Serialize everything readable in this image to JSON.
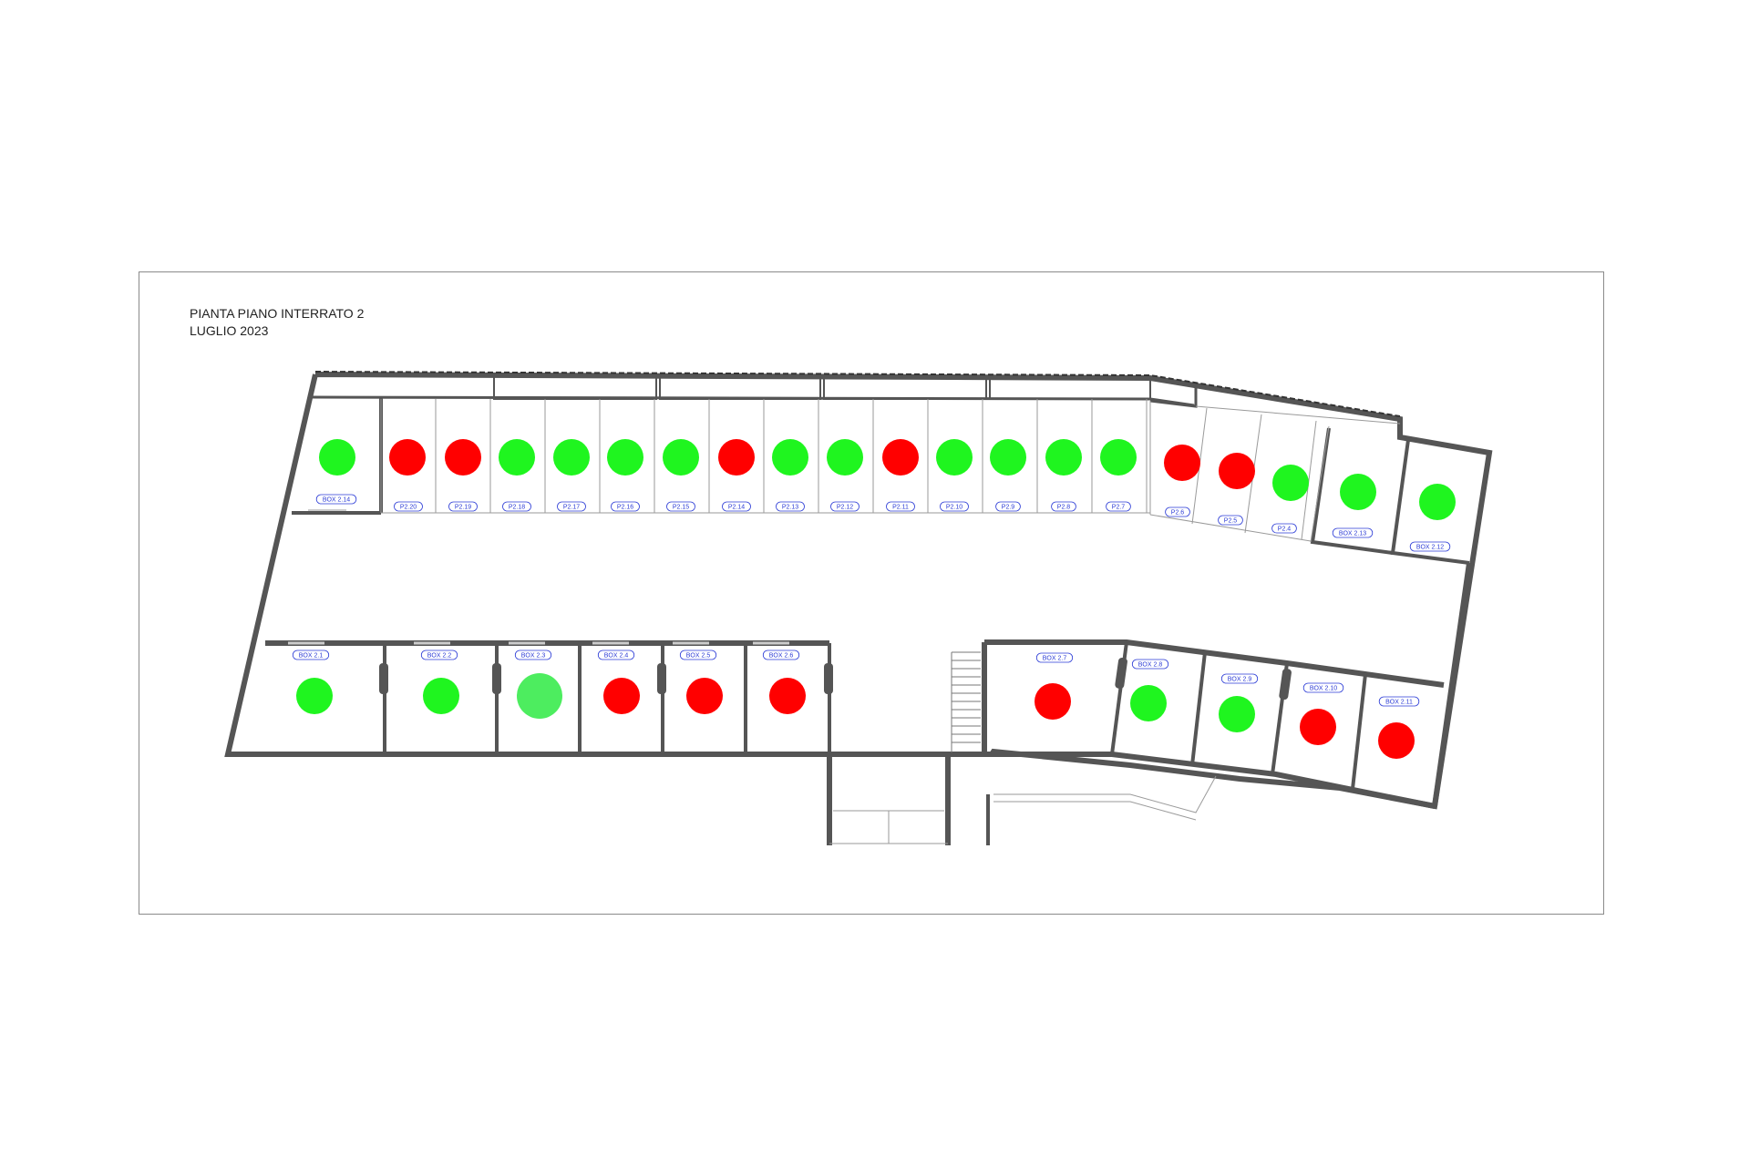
{
  "plan": {
    "title": "PIANTA PIANO INTERRATO 2",
    "date": "LUGLIO 2023"
  },
  "colors": {
    "available": "#1ff51f",
    "occupied": "#ff0000",
    "highlight": "#4ded5f",
    "wall": "#555555",
    "label": "#2b3bd6"
  },
  "spaces": [
    {
      "id": "BOX 2.14",
      "status": "available"
    },
    {
      "id": "P2.20",
      "status": "occupied"
    },
    {
      "id": "P2.19",
      "status": "occupied"
    },
    {
      "id": "P2.18",
      "status": "available"
    },
    {
      "id": "P2.17",
      "status": "available"
    },
    {
      "id": "P2.16",
      "status": "available"
    },
    {
      "id": "P2.15",
      "status": "available"
    },
    {
      "id": "P2.14",
      "status": "occupied"
    },
    {
      "id": "P2.13",
      "status": "available"
    },
    {
      "id": "P2.12",
      "status": "available"
    },
    {
      "id": "P2.11",
      "status": "occupied"
    },
    {
      "id": "P2.10",
      "status": "available"
    },
    {
      "id": "P2.9",
      "status": "available"
    },
    {
      "id": "P2.8",
      "status": "available"
    },
    {
      "id": "P2.7",
      "status": "available"
    },
    {
      "id": "P2.6",
      "status": "occupied"
    },
    {
      "id": "P2.5",
      "status": "occupied"
    },
    {
      "id": "P2.4",
      "status": "available"
    },
    {
      "id": "BOX 2.13",
      "status": "available"
    },
    {
      "id": "BOX 2.12",
      "status": "available"
    },
    {
      "id": "BOX 2.1",
      "status": "available"
    },
    {
      "id": "BOX 2.2",
      "status": "available"
    },
    {
      "id": "BOX 2.3",
      "status": "highlight"
    },
    {
      "id": "BOX 2.4",
      "status": "occupied"
    },
    {
      "id": "BOX 2.5",
      "status": "occupied"
    },
    {
      "id": "BOX 2.6",
      "status": "occupied"
    },
    {
      "id": "BOX 2.7",
      "status": "occupied"
    },
    {
      "id": "BOX 2.8",
      "status": "available"
    },
    {
      "id": "BOX 2.9",
      "status": "available"
    },
    {
      "id": "BOX 2.10",
      "status": "occupied"
    },
    {
      "id": "BOX 2.11",
      "status": "occupied"
    }
  ]
}
